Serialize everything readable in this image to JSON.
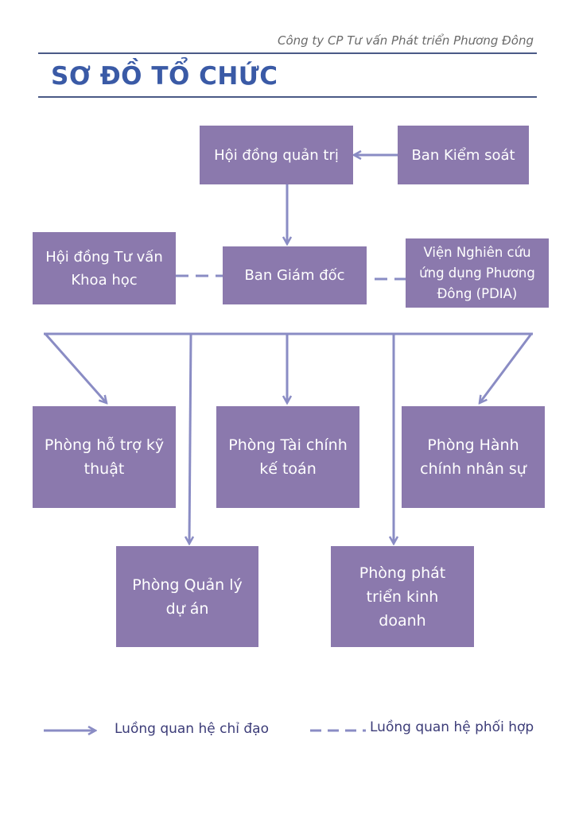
{
  "header": {
    "company": "Công ty CP Tư vấn Phát triển Phương Đông",
    "title": "SƠ ĐỒ TỔ CHỨC"
  },
  "nodes": {
    "board": "Hội đồng quản trị",
    "control": "Ban Kiểm soát",
    "science": "Hội đồng Tư vấn Khoa học",
    "directors": "Ban Giám đốc",
    "institute": "Viện Nghiên cứu ứng dụng Phương Đông (PDIA)",
    "tech": "Phòng hỗ trợ kỹ thuật",
    "finance": "Phòng Tài chính kế toán",
    "hr": "Phòng Hành chính nhân sự",
    "project": "Phòng Quản lý dự án",
    "business": "Phòng phát triển kinh doanh"
  },
  "legend": {
    "directive": "Luồng quan hệ chỉ đạo",
    "coordination": "Luồng quan hệ phối hợp"
  },
  "colors": {
    "box": "#8b79ad",
    "line": "#8a8cc4",
    "title": "#3a5aa6",
    "rule": "#4a5a86"
  }
}
